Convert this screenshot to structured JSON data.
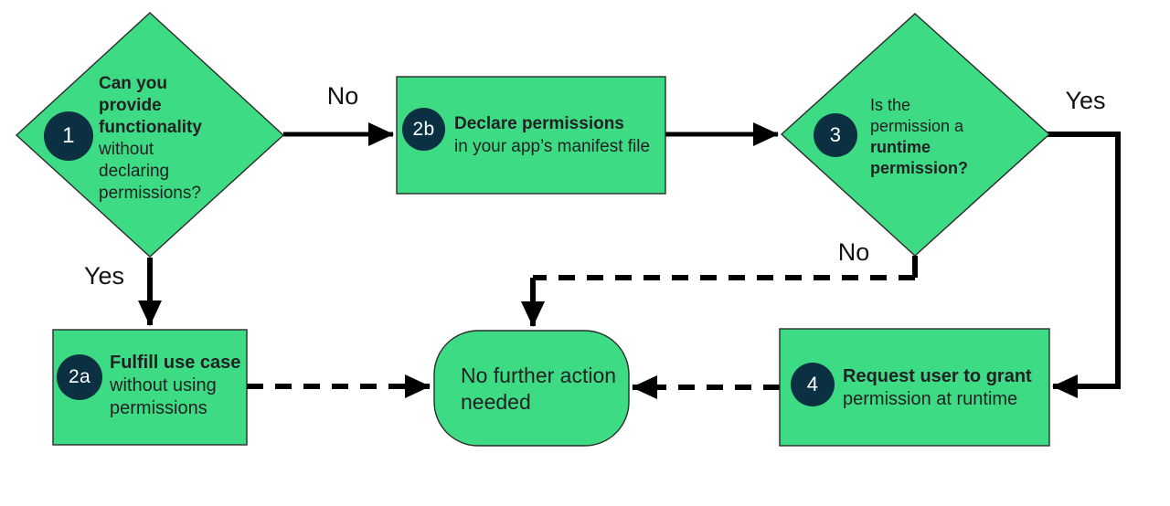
{
  "palette": {
    "green": "#3ddc84",
    "navy": "#0b3042",
    "ink": "#202124",
    "arrow": "#000000"
  },
  "labels": {
    "no_top": "No",
    "yes_right": "Yes",
    "no_mid": "No",
    "yes_left": "Yes"
  },
  "nodes": {
    "d1": {
      "badge": "1",
      "bold": "Can you provide functionality",
      "rest": "without declaring permissions?"
    },
    "r2b": {
      "badge": "2b",
      "bold": "Declare permissions",
      "rest": "in your app’s manifest file"
    },
    "d3": {
      "badge": "3",
      "pre": "Is the permission a ",
      "bold": "runtime permission?"
    },
    "r2a": {
      "badge": "2a",
      "bold": "Fulfill use case",
      "rest": "without using permissions"
    },
    "r4": {
      "badge": "4",
      "bold": "Request user to grant",
      "rest": "permission at runtime"
    },
    "pill": {
      "text": "No further action needed"
    }
  }
}
